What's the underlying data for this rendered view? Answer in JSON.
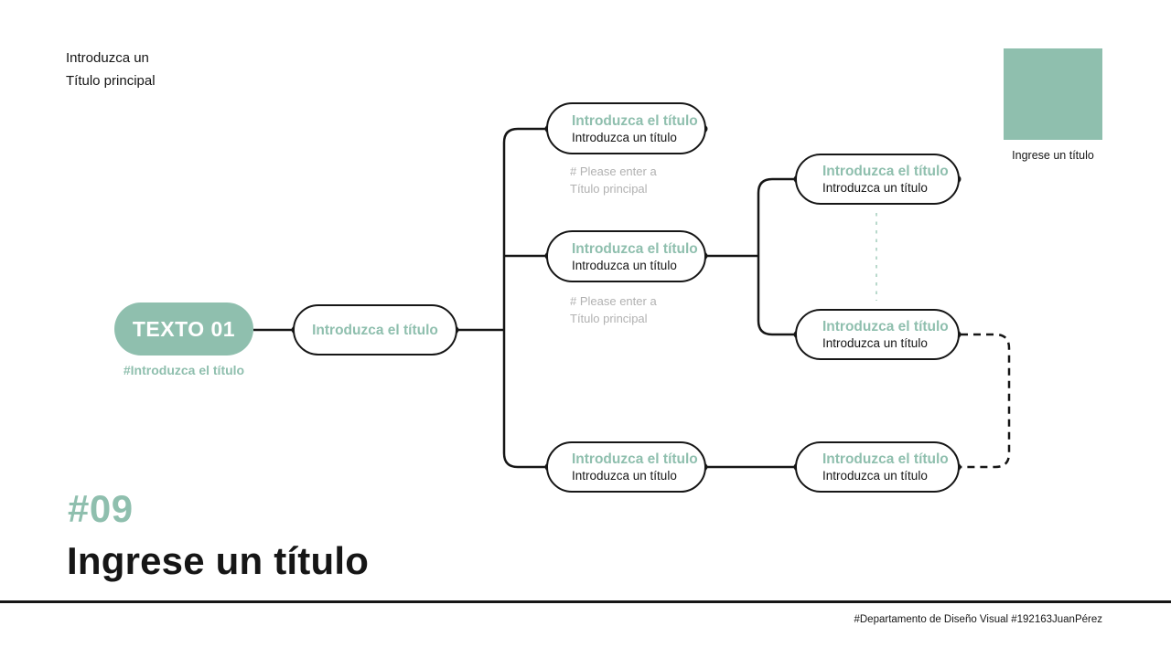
{
  "colors": {
    "accent": "#8fbfae",
    "accent-dash": "#b9d9cc",
    "ink": "#161616",
    "muted": "#b1b1b1"
  },
  "header": {
    "note_line1": "Introduzca un",
    "note_line2": "Título principal"
  },
  "legend": {
    "swatch_icon": "teal-square",
    "label": "Ingrese un título"
  },
  "diagram": {
    "root": {
      "label": "TEXTO 01",
      "tag": "#Introduzca el título"
    },
    "level1": {
      "title": "Introduzca el título"
    },
    "level2": [
      {
        "title": "Introduzca el título",
        "subtitle": "Introduzca un título",
        "note1": "# Please enter a",
        "note2": "Título principal"
      },
      {
        "title": "Introduzca el título",
        "subtitle": "Introduzca un título",
        "note1": "# Please enter a",
        "note2": "Título principal"
      },
      {
        "title": "Introduzca el título",
        "subtitle": "Introduzca un título"
      }
    ],
    "level3": [
      {
        "title": "Introduzca el título",
        "subtitle": "Introduzca un título"
      },
      {
        "title": "Introduzca el título",
        "subtitle": "Introduzca un título"
      },
      {
        "title": "Introduzca el título",
        "subtitle": "Introduzca un título"
      }
    ]
  },
  "footer": {
    "number": "#09",
    "title": "Ingrese un título",
    "credit": "#Departamento de Diseño Visual #192163JuanPérez"
  }
}
